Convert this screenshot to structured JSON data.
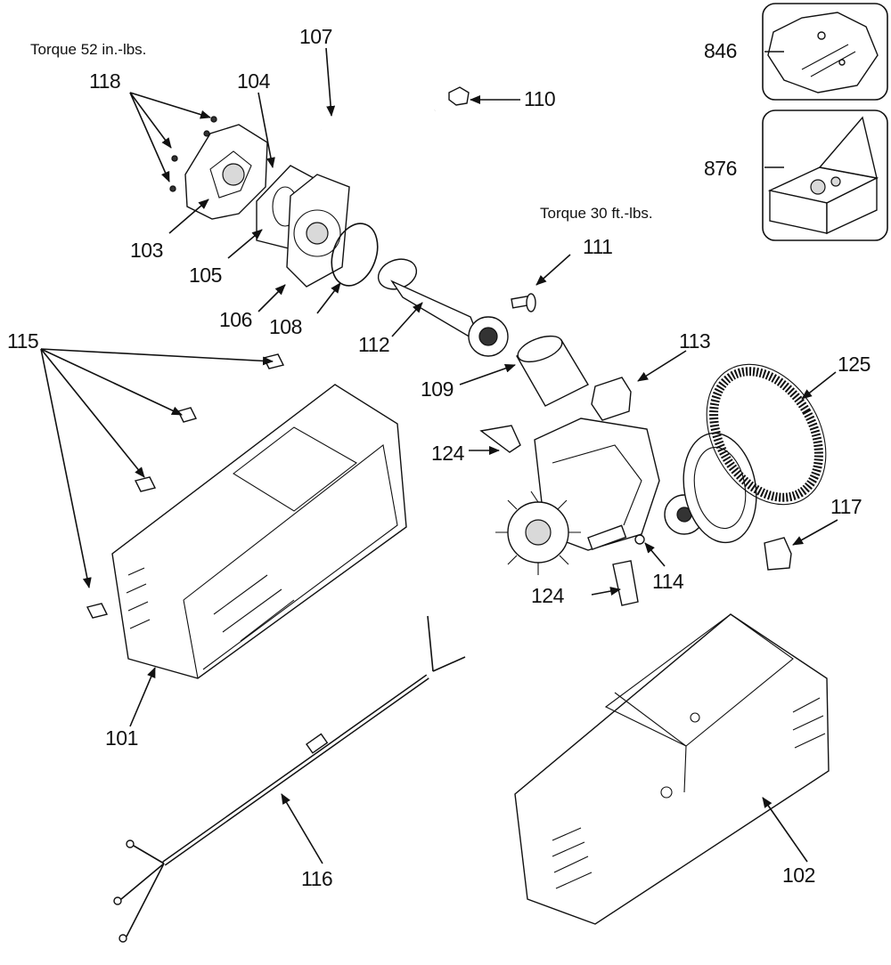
{
  "torque_notes": {
    "head_bolts": "Torque 52 in.-lbs.",
    "rod_bolt": "Torque 30 ft.-lbs."
  },
  "parts": [
    {
      "id": "p101",
      "label": "101"
    },
    {
      "id": "p102",
      "label": "102"
    },
    {
      "id": "p103",
      "label": "103"
    },
    {
      "id": "p104",
      "label": "104"
    },
    {
      "id": "p105",
      "label": "105"
    },
    {
      "id": "p106",
      "label": "106"
    },
    {
      "id": "p107",
      "label": "107"
    },
    {
      "id": "p108",
      "label": "108"
    },
    {
      "id": "p109",
      "label": "109"
    },
    {
      "id": "p110",
      "label": "110"
    },
    {
      "id": "p111",
      "label": "111"
    },
    {
      "id": "p112",
      "label": "112"
    },
    {
      "id": "p113",
      "label": "113"
    },
    {
      "id": "p114",
      "label": "114"
    },
    {
      "id": "p115",
      "label": "115"
    },
    {
      "id": "p116",
      "label": "116"
    },
    {
      "id": "p117",
      "label": "117"
    },
    {
      "id": "p118",
      "label": "118"
    },
    {
      "id": "p124a",
      "label": "124"
    },
    {
      "id": "p124b",
      "label": "124"
    },
    {
      "id": "p125",
      "label": "125"
    },
    {
      "id": "p846",
      "label": "846"
    },
    {
      "id": "p876",
      "label": "876"
    }
  ]
}
